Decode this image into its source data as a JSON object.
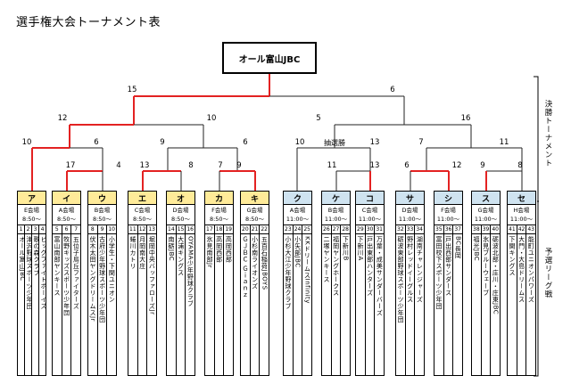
{
  "title": "選手権大会トーナメント表",
  "champion": "オール富山JBC",
  "side_labels": {
    "final": "決勝トーナメント",
    "prelim": "予選リーグ戦"
  },
  "annotation": "抽選勝",
  "bracket": {
    "top": {
      "left": "15",
      "right": "6"
    },
    "semis": {
      "l": "12",
      "lr": "10",
      "rl": "5",
      "r": "16"
    },
    "quarters": [
      "10",
      "6",
      "9",
      "6",
      "10",
      "13",
      "7",
      "11"
    ],
    "leaves": [
      "17",
      "4",
      "13",
      "8",
      "7",
      "9",
      "11",
      "13",
      "6",
      "12",
      "9",
      "8"
    ]
  },
  "blocks": [
    {
      "label": "ア",
      "venue": "E会場",
      "time": "8:50〜",
      "color": "yellow",
      "teams": [
        {
          "num": "1",
          "name": "オール富山JBC"
        },
        {
          "num": "2",
          "name": "津沢野球スポーツ少年団"
        },
        {
          "num": "3",
          "name": "歌の森クラブ"
        },
        {
          "num": "4",
          "name": "ビッグファイトボーイズ"
        }
      ]
    },
    {
      "label": "イ",
      "venue": "A会場",
      "time": "8:50〜",
      "color": "yellow",
      "teams": [
        {
          "num": "5",
          "name": "富山南部ヤンキース"
        },
        {
          "num": "6",
          "name": "牧野キッズスポーツ少年団"
        },
        {
          "num": "7",
          "name": "五位子鳥丘ファイターズ"
        }
      ]
    },
    {
      "label": "ウ",
      "venue": "B会場",
      "time": "8:50〜",
      "color": "yellow",
      "teams": [
        {
          "num": "8",
          "name": "伏木太田ヤングドリームスJr"
        },
        {
          "num": "9",
          "name": "古府少年野球スポーツ少年団"
        },
        {
          "num": "10",
          "name": "小学生・下関ユニオン"
        }
      ]
    },
    {
      "label": "エ",
      "venue": "C会場",
      "time": "8:50〜",
      "color": "yellow",
      "teams": [
        {
          "num": "11",
          "name": "蜷川カトリ"
        },
        {
          "num": "12",
          "name": "月岡南大庄"
        },
        {
          "num": "13",
          "name": "堀岡中央バッファローズJr"
        }
      ]
    },
    {
      "label": "オ",
      "venue": "D会場",
      "time": "8:50〜",
      "color": "yellow",
      "teams": [
        {
          "num": "14",
          "name": "南砺JBC"
        },
        {
          "num": "15",
          "name": "大浦キングス"
        },
        {
          "num": "16",
          "name": "OYAMA少年野球クラブ"
        }
      ]
    },
    {
      "label": "カ",
      "venue": "F会場",
      "time": "8:50〜",
      "color": "yellow",
      "teams": [
        {
          "num": "17",
          "name": "氷見南部Jr"
        },
        {
          "num": "18",
          "name": "高岡西部"
        },
        {
          "num": "19",
          "name": "高岡西部"
        }
      ]
    },
    {
      "label": "キ",
      "venue": "G会場",
      "time": "8:50〜",
      "color": "yellow",
      "teams": [
        {
          "num": "20",
          "name": "ＧＪＢＣ Ｇｉａｎｚ"
        },
        {
          "num": "21",
          "name": "小杉南ライオンズ"
        },
        {
          "num": "22",
          "name": "五百石稲荷JBOYS"
        }
      ]
    },
    {
      "label": "ク",
      "venue": "A会場",
      "time": "11:00〜",
      "color": "blue",
      "teams": [
        {
          "num": "23",
          "name": "小杉大江少年野球クラブ"
        },
        {
          "num": "24",
          "name": "小矢部JBC"
        },
        {
          "num": "25",
          "name": "KKドリームスInfinity"
        }
      ]
    },
    {
      "label": "ケ",
      "venue": "B会場",
      "time": "11:00〜",
      "color": "blue",
      "teams": [
        {
          "num": "26",
          "name": "二塚ヤンキース"
        },
        {
          "num": "27",
          "name": "福岡ヤングホークス"
        },
        {
          "num": "28",
          "name": "下新川B"
        }
      ]
    },
    {
      "label": "コ",
      "venue": "C会場",
      "time": "11:00〜",
      "color": "blue",
      "teams": [
        {
          "num": "29",
          "name": "下新川A"
        },
        {
          "num": "30",
          "name": "戸出東部ハンターズ"
        },
        {
          "num": "31",
          "name": "万葉・成美サンダーバーズ"
        }
      ]
    },
    {
      "label": "サ",
      "venue": "D会場",
      "time": "11:00〜",
      "color": "blue",
      "teams": [
        {
          "num": "32",
          "name": "砺波東部野球スポーツ少年団"
        },
        {
          "num": "33",
          "name": "野村レッドイーグルス"
        },
        {
          "num": "34",
          "name": "湖南チャレンジャーズ"
        }
      ]
    },
    {
      "label": "シ",
      "venue": "F会場",
      "time": "11:00〜",
      "color": "blue",
      "teams": [
        {
          "num": "35",
          "name": "富田校下スポーツ少年団"
        },
        {
          "num": "36",
          "name": "戸出西部サンダース"
        },
        {
          "num": "37",
          "name": "BC長岡"
        }
      ]
    },
    {
      "label": "ス",
      "venue": "G会場",
      "time": "11:00〜",
      "color": "blue",
      "teams": [
        {
          "num": "38",
          "name": "福光JBC"
        },
        {
          "num": "39",
          "name": "氷見ブルーウェーブ"
        },
        {
          "num": "40",
          "name": "砺波北部・庄川・庄東JBC"
        }
      ]
    },
    {
      "label": "セ",
      "venue": "H会場",
      "time": "11:00〜",
      "color": "blue",
      "teams": [
        {
          "num": "41",
          "name": "下関キングス"
        },
        {
          "num": "42",
          "name": "大門・大島ドリームス"
        },
        {
          "num": "43",
          "name": "能町ユニオンパワーズ"
        }
      ]
    }
  ]
}
